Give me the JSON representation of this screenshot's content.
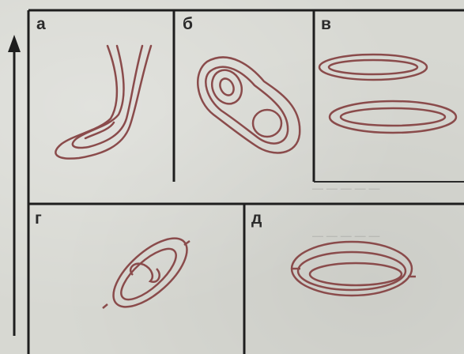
{
  "panels": [
    {
      "id": "a",
      "label": "а"
    },
    {
      "id": "b",
      "label": "б"
    },
    {
      "id": "c",
      "label": "в"
    },
    {
      "id": "d",
      "label": "г"
    },
    {
      "id": "e",
      "label": "д"
    }
  ],
  "colors": {
    "contour": "#8a4b4b",
    "grid": "#1e1e1e",
    "arrow": "#1e1e1e",
    "background": "#d7d8d2"
  }
}
